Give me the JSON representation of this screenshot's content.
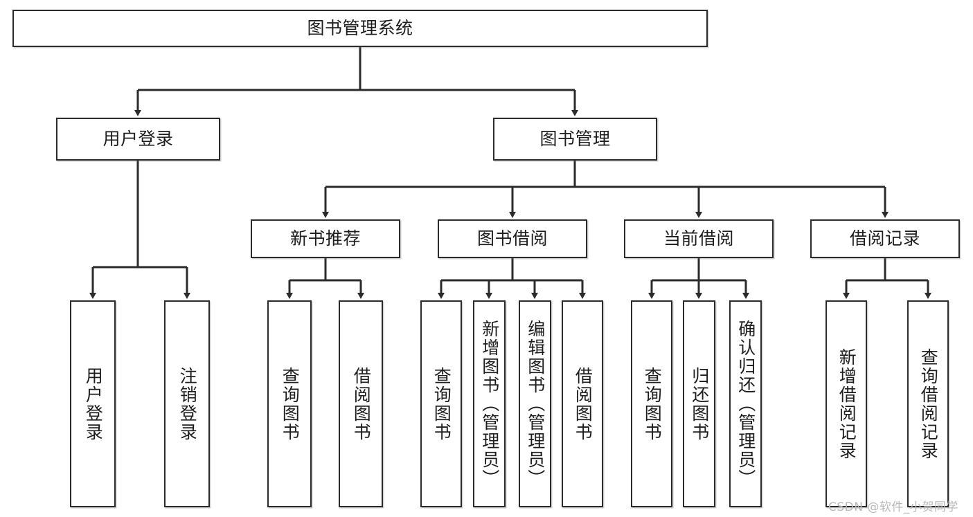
{
  "diagram": {
    "title": "图书管理系统",
    "type": "hierarchy-tree",
    "colors": {
      "node_border": "#2b2b2b",
      "node_fill": "#ffffff",
      "connector": "#2b2b2b",
      "background": "#ffffff",
      "watermark": "#b9b9b9"
    },
    "root": {
      "label": "图书管理系统"
    },
    "level2": [
      {
        "label": "用户登录"
      },
      {
        "label": "图书管理"
      }
    ],
    "level3": [
      {
        "label": "新书推荐"
      },
      {
        "label": "图书借阅"
      },
      {
        "label": "当前借阅"
      },
      {
        "label": "借阅记录"
      }
    ],
    "leaves": {
      "user_login": [
        {
          "label": "用户登录"
        },
        {
          "label": "注销登录"
        }
      ],
      "new_book_recommend": [
        {
          "label": "查询图书"
        },
        {
          "label": "借阅图书"
        }
      ],
      "book_borrow": [
        {
          "label": "查询图书"
        },
        {
          "label": "新增图书（管理员）"
        },
        {
          "label": "编辑图书（管理员）"
        },
        {
          "label": "借阅图书"
        }
      ],
      "current_borrow": [
        {
          "label": "查询图书"
        },
        {
          "label": "归还图书"
        },
        {
          "label": "确认归还（管理员）"
        }
      ],
      "borrow_record": [
        {
          "label": "新增借阅记录"
        },
        {
          "label": "查询借阅记录"
        }
      ]
    }
  },
  "watermark": {
    "text": "CSDN @软件_小贺同学"
  }
}
